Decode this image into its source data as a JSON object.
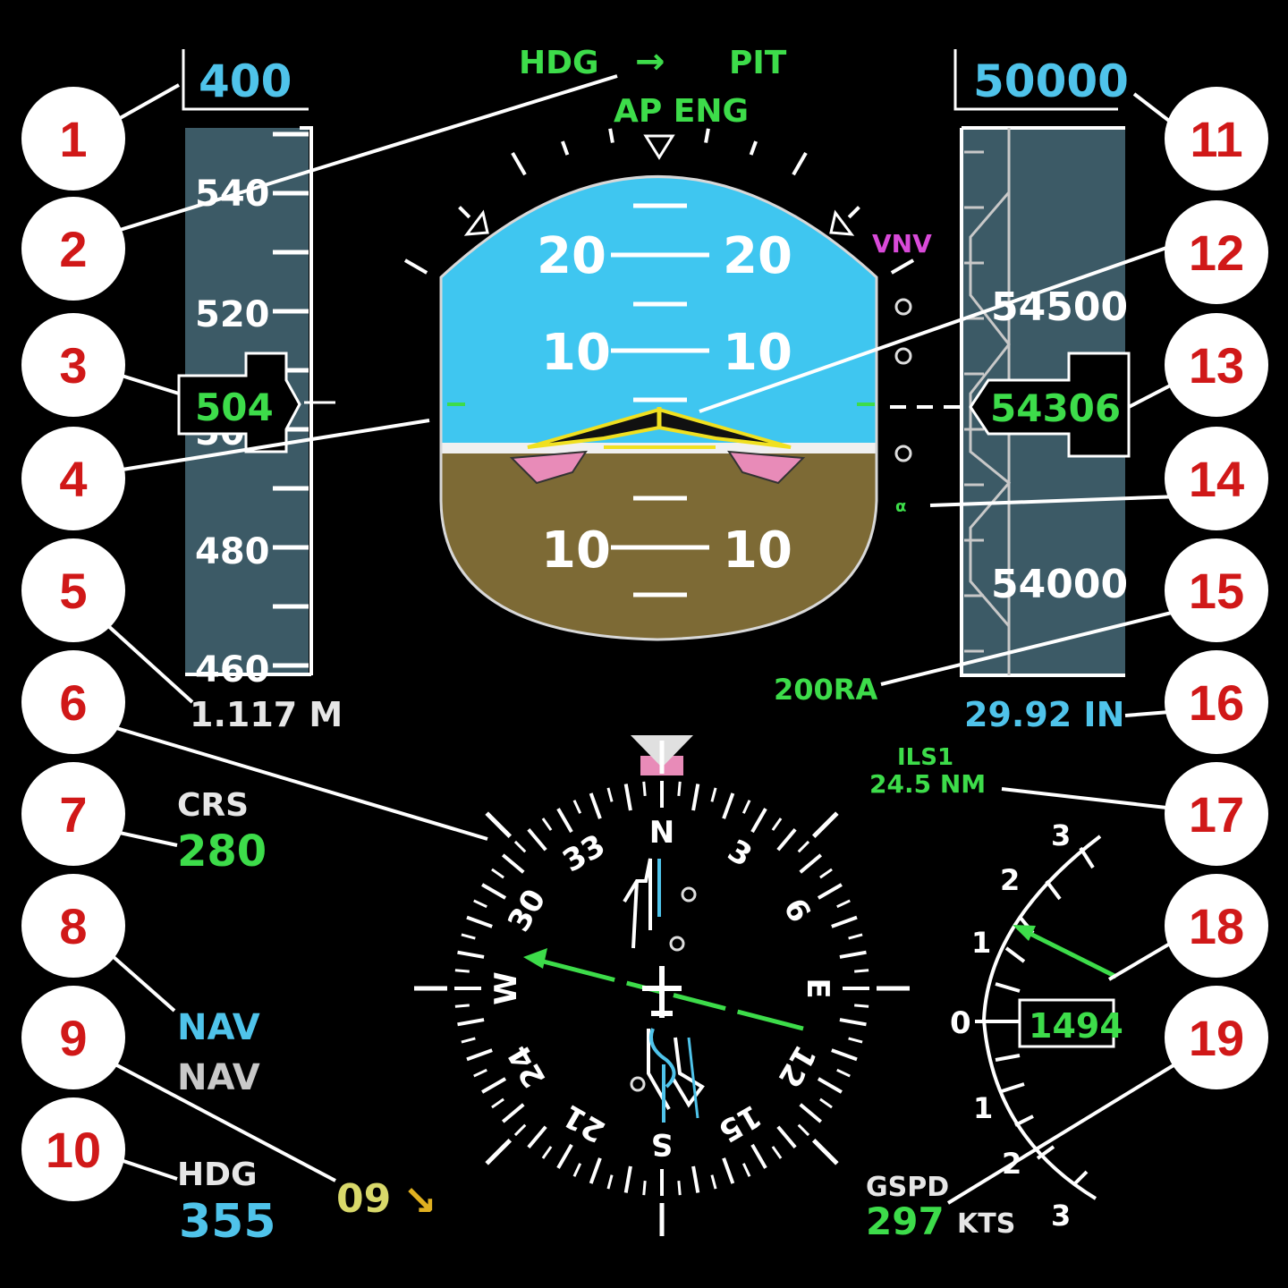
{
  "colors": {
    "background": "#000000",
    "sky": "#3fc6f0",
    "ground": "#7d6a35",
    "tape": "#3c5a66",
    "green": "#3ddc4a",
    "cyan": "#4fc3ea",
    "white": "#ffffff",
    "magenta": "#d94ad9",
    "yellow": "#d8d86a",
    "callout_fill": "#ffffff",
    "callout_text": "#d01818"
  },
  "speed_tape": {
    "selected": "400",
    "current": "504",
    "labels": [
      "540",
      "520",
      "500",
      "480",
      "460"
    ],
    "mach": "1.117 M"
  },
  "mode": {
    "lateral": "HDG",
    "arrow": "→",
    "vertical": "PIT",
    "autopilot": "AP ENG",
    "vnav": "VNV"
  },
  "attitude": {
    "pitch_labels": [
      "20",
      "10",
      "10"
    ]
  },
  "altitude_tape": {
    "selected": "50000",
    "current": "54306",
    "labels": [
      "54500",
      "54000"
    ],
    "baro": "29.92 IN",
    "radio": "200RA"
  },
  "nav": {
    "crs_label": "CRS",
    "crs_value": "280",
    "source_1": "NAV",
    "source_2": "NAV",
    "hdg_label": "HDG",
    "hdg_value": "355",
    "wind": "09",
    "wind_arrow": "↘",
    "ils": "ILS1",
    "dme": "24.5 NM",
    "gspd_label": "GSPD",
    "gspd_value": "297",
    "gspd_unit": "KTS"
  },
  "compass": {
    "labels": [
      "N",
      "3",
      "6",
      "E",
      "12",
      "15",
      "S",
      "21",
      "24",
      "W",
      "30",
      "33"
    ]
  },
  "vsi": {
    "labels": [
      "3",
      "2",
      "1",
      "0",
      "1",
      "2",
      "3"
    ],
    "value": "1494"
  },
  "callouts": [
    "1",
    "2",
    "3",
    "4",
    "5",
    "6",
    "7",
    "8",
    "9",
    "10",
    "11",
    "12",
    "13",
    "14",
    "15",
    "16",
    "17",
    "18",
    "19"
  ]
}
